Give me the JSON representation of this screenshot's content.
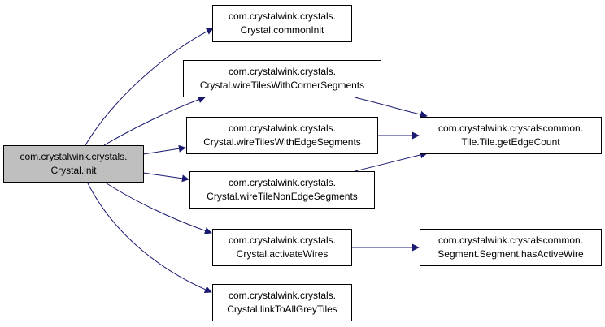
{
  "graph": {
    "colors": {
      "edge": "#191970",
      "root_fill": "#bfbfbf",
      "node_fill": "#ffffff",
      "border": "#000000"
    },
    "nodes": {
      "root": {
        "line1": "com.crystalwink.crystals.",
        "line2": "Crystal.init"
      },
      "commonInit": {
        "line1": "com.crystalwink.crystals.",
        "line2": "Crystal.commonInit"
      },
      "corner": {
        "line1": "com.crystalwink.crystals.",
        "line2": "Crystal.wireTilesWithCornerSegments"
      },
      "edge": {
        "line1": "com.crystalwink.crystals.",
        "line2": "Crystal.wireTilesWithEdgeSegments"
      },
      "nonEdge": {
        "line1": "com.crystalwink.crystals.",
        "line2": "Crystal.wireTileNonEdgeSegments"
      },
      "activate": {
        "line1": "com.crystalwink.crystals.",
        "line2": "Crystal.activateWires"
      },
      "link": {
        "line1": "com.crystalwink.crystals.",
        "line2": "Crystal.linkToAllGreyTiles"
      },
      "edgeCount": {
        "line1": "com.crystalwink.crystalscommon.",
        "line2": "Tile.Tile.getEdgeCount"
      },
      "hasActive": {
        "line1": "com.crystalwink.crystalscommon.",
        "line2": "Segment.Segment.hasActiveWire"
      }
    }
  }
}
